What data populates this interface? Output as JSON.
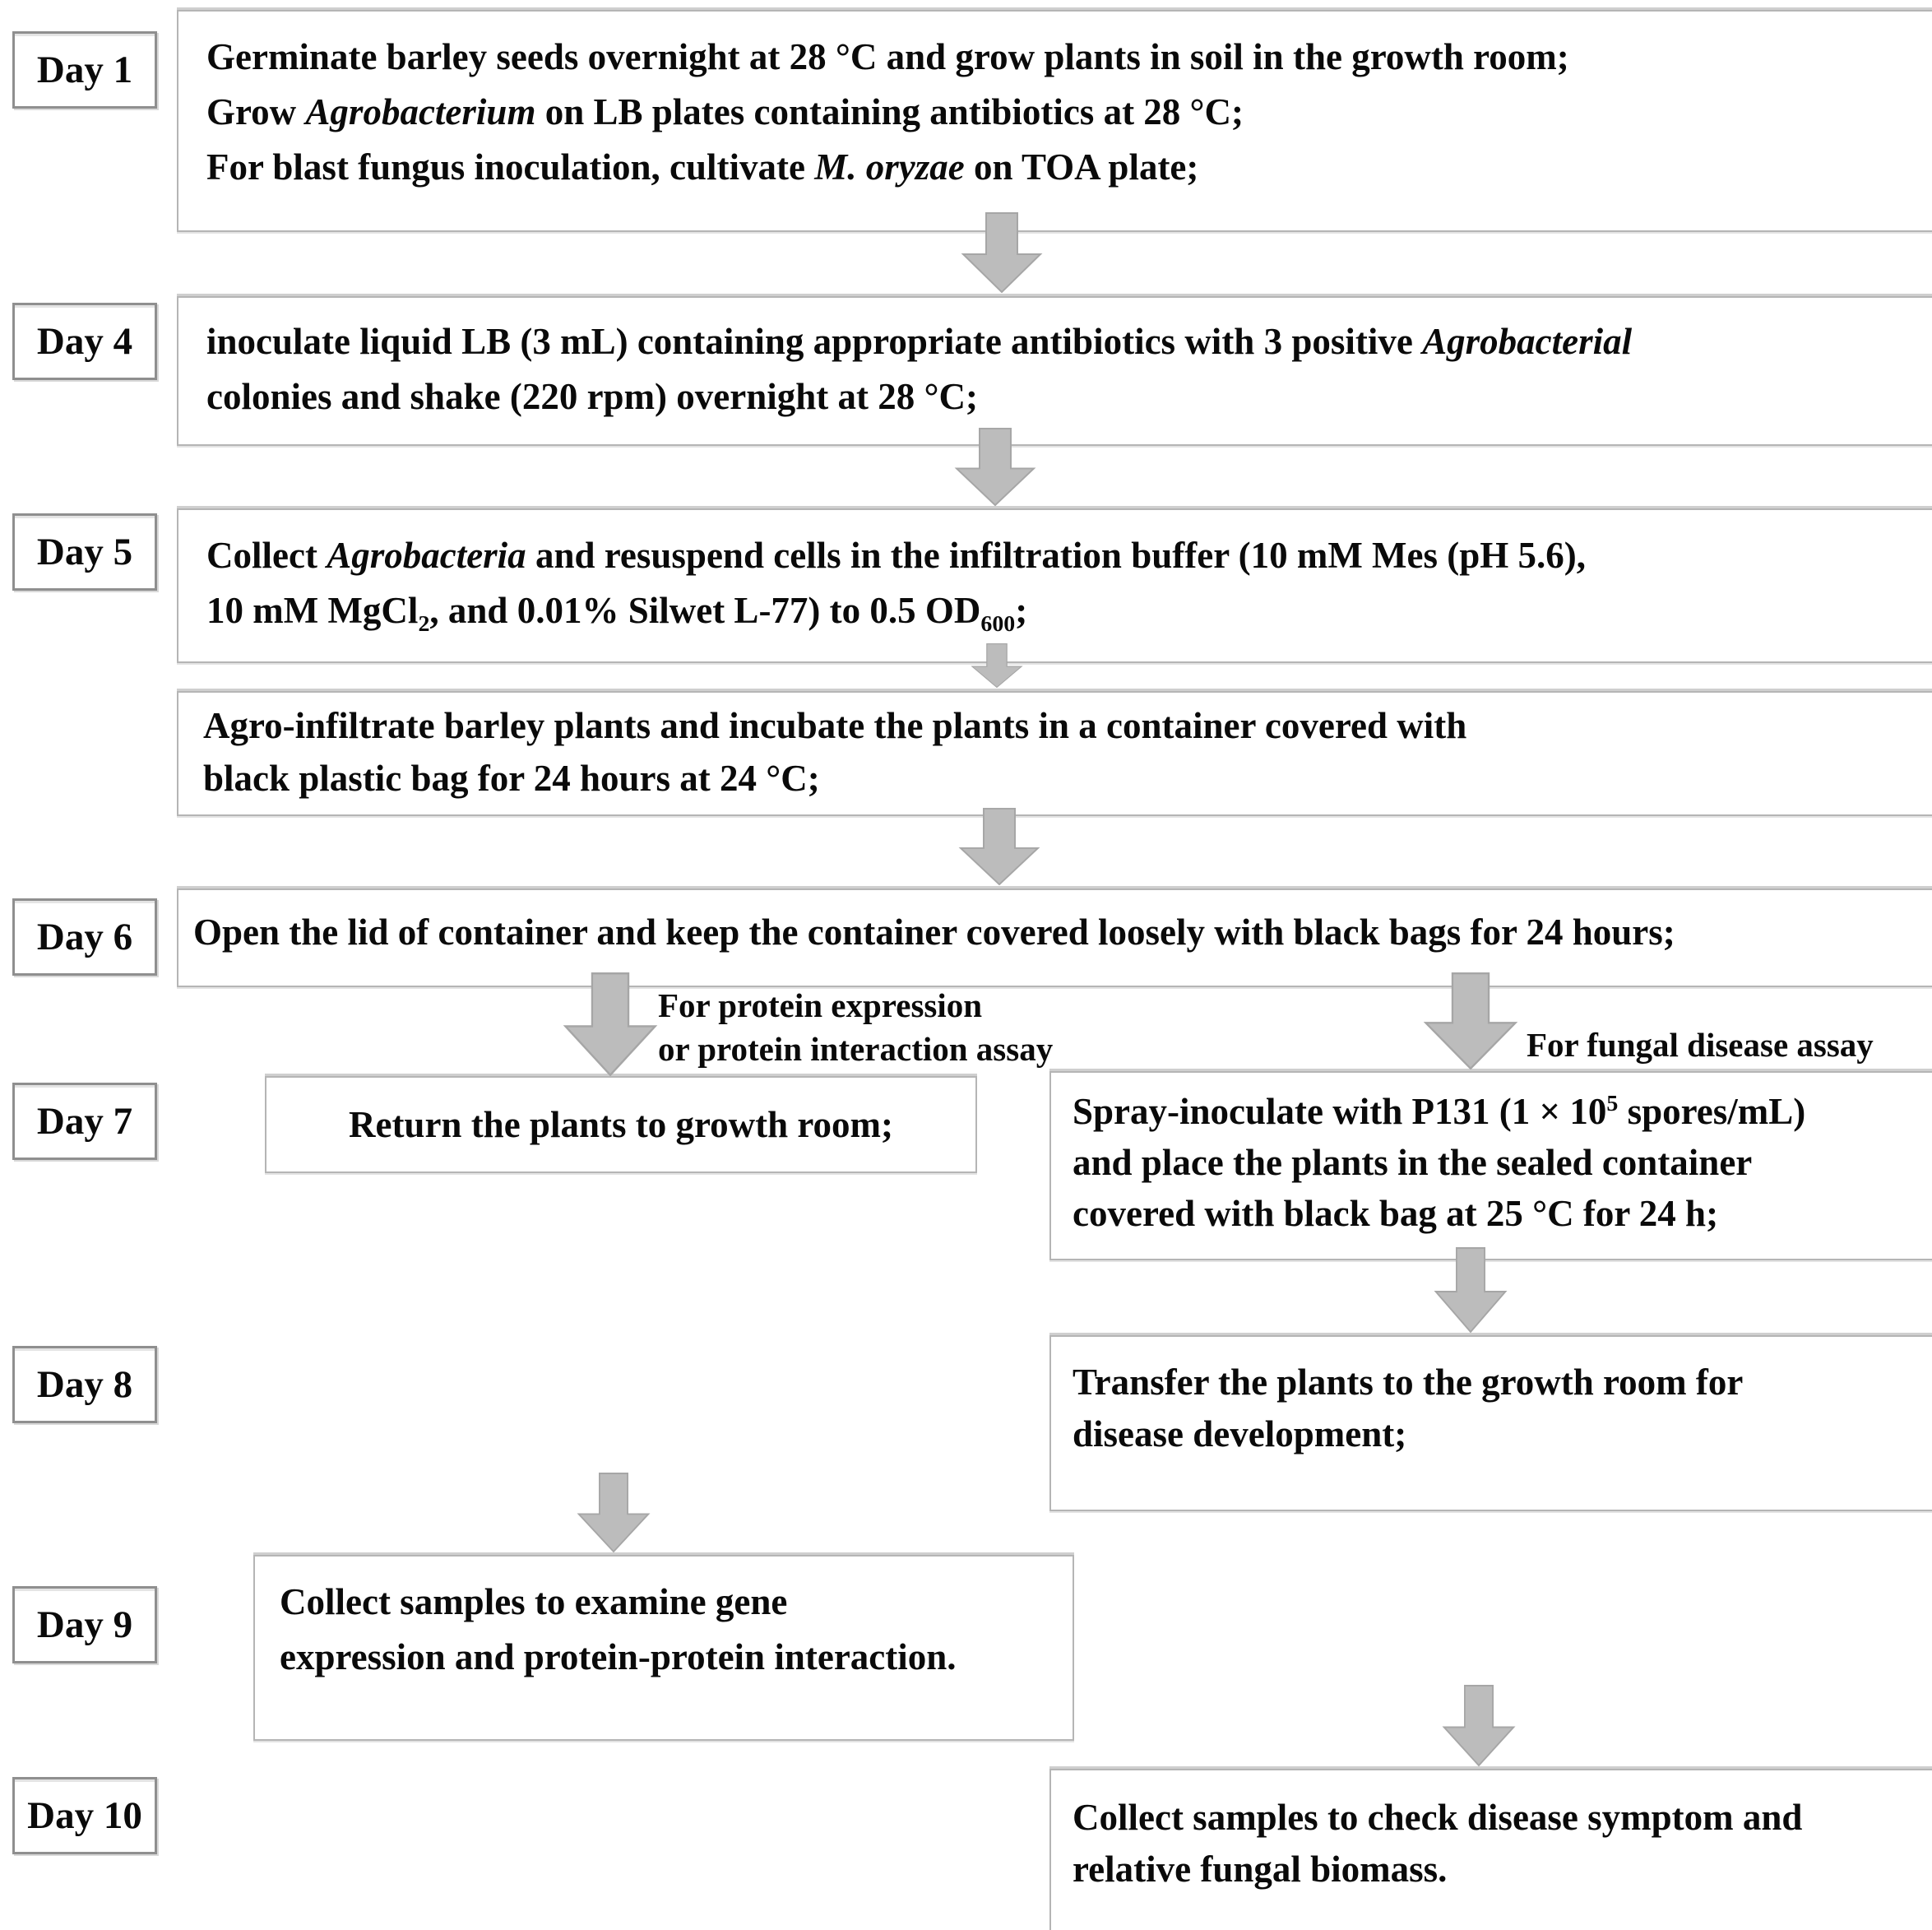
{
  "figure": {
    "title_semantic": "Barley agro-infiltration and blast fungus inoculation protocol flowchart",
    "colors": {
      "background": "#ffffff",
      "text": "#0a0a0a",
      "box_border": "#b5b5b5",
      "label_border": "#8f8f8f",
      "arrow_fill": "#bcbcbc",
      "arrow_stroke": "#a6a6a6"
    }
  },
  "days": [
    {
      "label": "Day 1"
    },
    {
      "label": "Day 4"
    },
    {
      "label": "Day 5"
    },
    {
      "label": "Day 6"
    },
    {
      "label": "Day 7"
    },
    {
      "label": "Day 8"
    },
    {
      "label": "Day 9"
    },
    {
      "label": "Day 10"
    }
  ],
  "boxes": {
    "germinate": {
      "lines": [
        [
          {
            "t": "Germinate barley seeds overnight at 28 °C and grow plants in soil in the growth room;"
          }
        ],
        [
          {
            "t": "Grow "
          },
          {
            "t": "Agrobacterium",
            "i": true
          },
          {
            "t": " on LB plates containing antibiotics at 28 °C;"
          }
        ],
        [
          {
            "t": "For blast fungus inoculation, cultivate "
          },
          {
            "t": "M. oryzae",
            "i": true
          },
          {
            "t": " on TOA plate;"
          }
        ]
      ]
    },
    "inoculate": {
      "lines": [
        [
          {
            "t": "inoculate liquid LB (3 mL) containing appropriate antibiotics with 3 positive "
          },
          {
            "t": "Agrobacterial",
            "i": true
          }
        ],
        [
          {
            "t": "colonies and shake (220 rpm) overnight at 28 °C;"
          }
        ]
      ]
    },
    "collect_agrobacteria": {
      "lines": [
        [
          {
            "t": "Collect "
          },
          {
            "t": "Agrobacteria",
            "i": true
          },
          {
            "t": " and resuspend cells in the infiltration buffer (10 mM Mes (pH 5.6),"
          }
        ],
        [
          {
            "t": "10 mM MgCl"
          },
          {
            "t": "2",
            "sub": true
          },
          {
            "t": ", and 0.01%  Silwet L-77) to 0.5 OD"
          },
          {
            "t": "600",
            "sub": true
          },
          {
            "t": ";"
          }
        ]
      ]
    },
    "agro_infiltrate": {
      "lines": [
        [
          {
            "t": "Agro-infiltrate barley plants and incubate the plants in a container covered with"
          }
        ],
        [
          {
            "t": "black plastic bag for 24 hours at 24 °C;"
          }
        ]
      ]
    },
    "open_lid": {
      "lines": [
        [
          {
            "t": "Open the lid of container and keep the container covered loosely with black bags for 24 hours;"
          }
        ]
      ]
    },
    "return_plants": {
      "lines": [
        [
          {
            "t": "Return the plants to growth room;"
          }
        ]
      ]
    },
    "spray_inoculate": {
      "lines": [
        [
          {
            "t": "Spray-inoculate with P131 (1 × 10"
          },
          {
            "t": "5",
            "sup": true
          },
          {
            "t": " spores/mL)"
          }
        ],
        [
          {
            "t": "and place the plants in the sealed container"
          }
        ],
        [
          {
            "t": "covered with black bag at 25 °C for 24 h;"
          }
        ]
      ]
    },
    "transfer_plants": {
      "lines": [
        [
          {
            "t": "Transfer the plants to the growth room for"
          }
        ],
        [
          {
            "t": "disease development;"
          }
        ]
      ]
    },
    "collect_gene_samples": {
      "lines": [
        [
          {
            "t": "Collect samples to examine gene"
          }
        ],
        [
          {
            "t": "expression and protein-protein interaction."
          }
        ]
      ]
    },
    "collect_disease_samples": {
      "lines": [
        [
          {
            "t": "Collect samples to check disease symptom and"
          }
        ],
        [
          {
            "t": "relative fungal biomass."
          }
        ]
      ]
    }
  },
  "branches": {
    "left_line1": "For protein expression",
    "left_line2": "or protein interaction assay",
    "right": "For fungal disease assay"
  }
}
